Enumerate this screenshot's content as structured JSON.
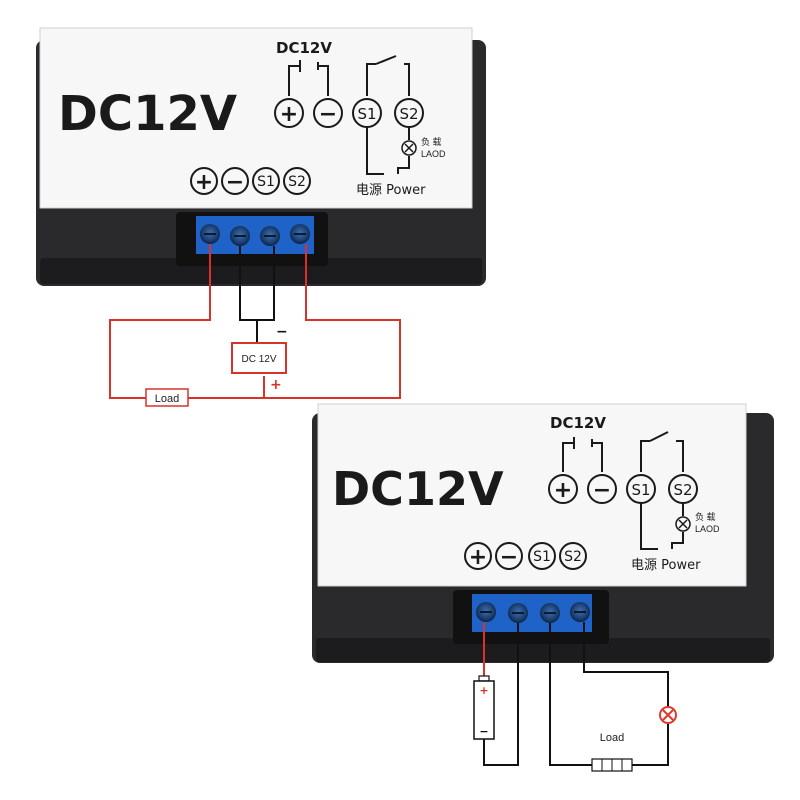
{
  "colors": {
    "wire_red": "#d8332b",
    "wire_black": "#111111",
    "terminal_blue": "#1f63c8",
    "body_dark": "#2a2a2c",
    "panel_white": "#f7f7f7",
    "lamp_red": "#e03a2f"
  },
  "module_top": {
    "model": "DC12V",
    "diagram_supply": "DC12V",
    "sym_plus": "+",
    "sym_minus": "−",
    "s1": "S1",
    "s2": "S2",
    "load_cn": "负 载",
    "load_en": "LAOD",
    "power_label": "电源 Power",
    "term_plus": "+",
    "term_minus": "−",
    "term_s1": "S1",
    "term_s2": "S2"
  },
  "module_bottom": {
    "model": "DC12V",
    "diagram_supply": "DC12V",
    "sym_plus": "+",
    "sym_minus": "−",
    "s1": "S1",
    "s2": "S2",
    "load_cn": "负 载",
    "load_en": "LAOD",
    "power_label": "电源 Power",
    "term_plus": "+",
    "term_minus": "−",
    "term_s1": "S1",
    "term_s2": "S2"
  },
  "wiring_top": {
    "supply_label": "DC 12V",
    "minus_sign": "−",
    "plus_sign": "+",
    "load_label": "Load"
  },
  "wiring_bottom": {
    "battery_plus": "+",
    "battery_minus": "−",
    "load_label": "Load",
    "lamp_icon": "lamp-x-icon"
  }
}
